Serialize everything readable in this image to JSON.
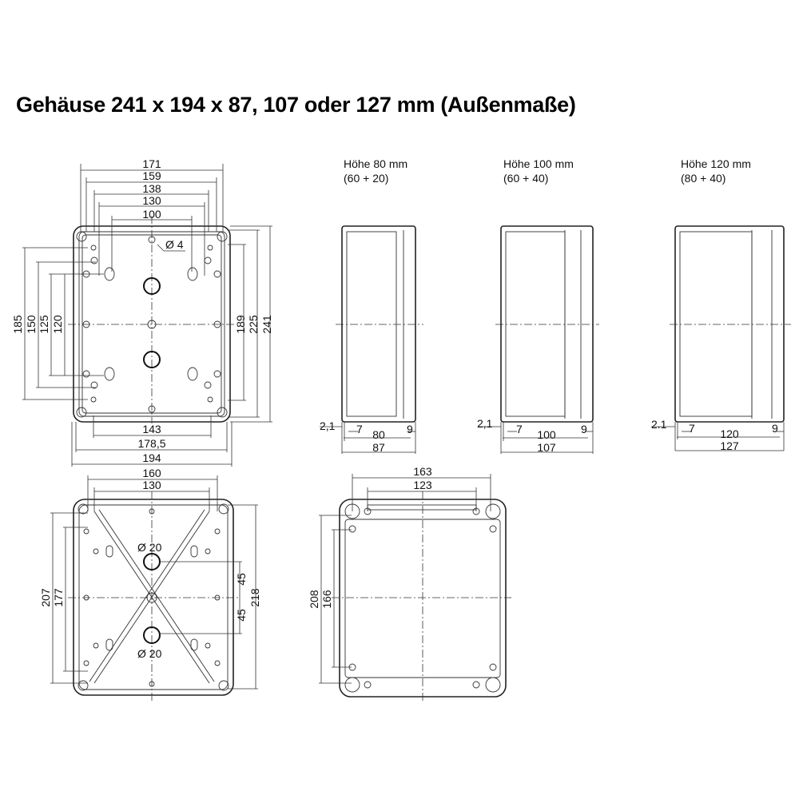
{
  "title": "Gehäuse 241 x 194 x 87, 107 oder 127 mm (Außenmaße)",
  "top_view": {
    "widths": [
      "171",
      "159",
      "138",
      "130",
      "100"
    ],
    "hole_label": "Ø 4",
    "left_heights": [
      "185",
      "150",
      "125",
      "120"
    ],
    "right_heights": [
      "189",
      "225",
      "241"
    ],
    "bottom_widths": [
      "143",
      "178,5",
      "194"
    ]
  },
  "side_views": [
    {
      "height_label": "Höhe 80 mm",
      "split_label": "(60 + 20)",
      "wall": "2,1",
      "inset": "7",
      "inner": "80",
      "rim": "9",
      "total": "87"
    },
    {
      "height_label": "Höhe 100 mm",
      "split_label": "(60 + 40)",
      "wall": "2,1",
      "inset": "7",
      "inner": "100",
      "rim": "9",
      "total": "107"
    },
    {
      "height_label": "Höhe 120 mm",
      "split_label": "(80 + 40)",
      "wall": "2.1",
      "inset": "7",
      "inner": "120",
      "rim": "9",
      "total": "127"
    }
  ],
  "bottom_view": {
    "widths": [
      "160",
      "130"
    ],
    "left_heights": [
      "207",
      "177"
    ],
    "offsets": [
      "45",
      "45"
    ],
    "right_height": "218",
    "hole_labels": [
      "Ø 20",
      "Ø 20"
    ]
  },
  "lid_view": {
    "widths": [
      "163",
      "123"
    ],
    "heights": [
      "208",
      "166"
    ]
  }
}
